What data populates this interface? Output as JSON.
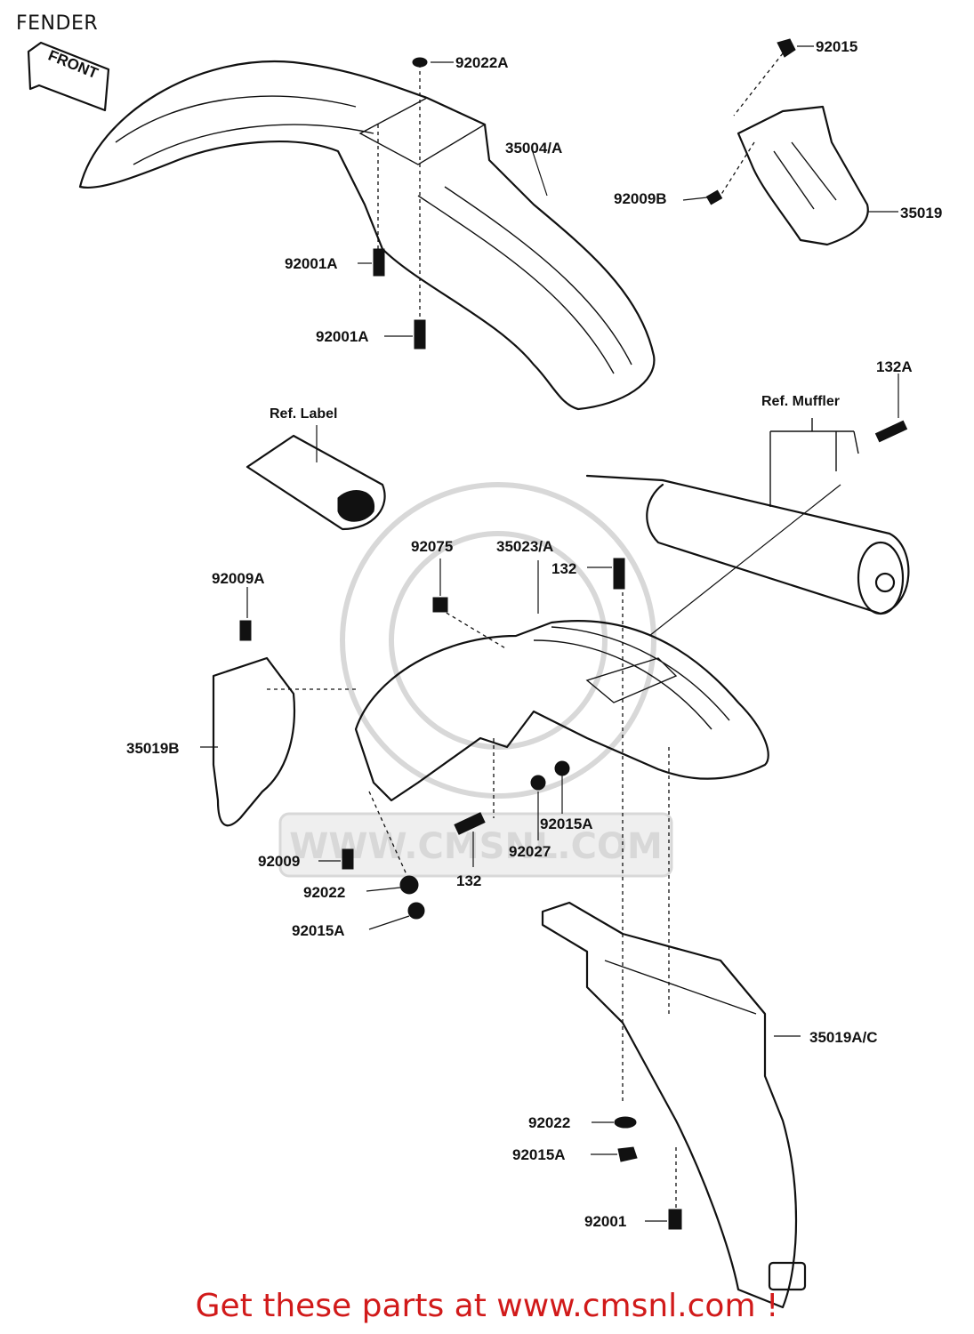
{
  "page": {
    "title": "FENDER",
    "footer": "Get these parts at www.cmsnl.com !"
  },
  "watermark": {
    "text": "WWW.CMSNL.COM"
  },
  "front_arrow": {
    "text": "FRONT"
  },
  "callouts": {
    "ref_label": "Ref. Label",
    "ref_muffler": "Ref. Muffler"
  },
  "part_labels": {
    "p92022A": "92022A",
    "p92015_top": "92015",
    "p35004A": "35004/A",
    "p92009B": "92009B",
    "p35019": "35019",
    "p92001A_1": "92001A",
    "p92001A_2": "92001A",
    "p132A": "132A",
    "p92075": "92075",
    "p35023A": "35023/A",
    "p132_top": "132",
    "p92009A": "92009A",
    "p35019B": "35019B",
    "p92015A_mid": "92015A",
    "p92027": "92027",
    "p132_bottom": "132",
    "p92009": "92009",
    "p92022_left": "92022",
    "p92015A_left": "92015A",
    "p35019AC": "35019A/C",
    "p92022_bottom": "92022",
    "p92015A_bottom": "92015A",
    "p92001": "92001"
  }
}
